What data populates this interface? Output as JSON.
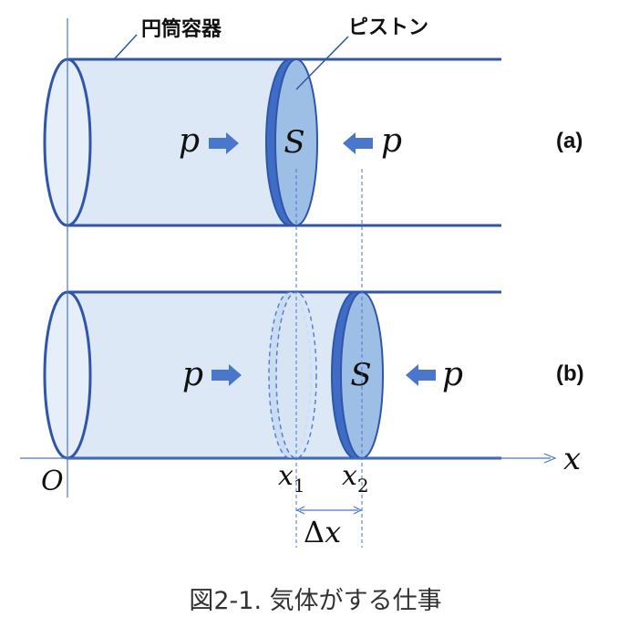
{
  "labels": {
    "container": "円筒容器",
    "piston": "ピストン",
    "panel_a": "(a)",
    "panel_b": "(b)",
    "pressure": "p",
    "area": "S",
    "origin": "O",
    "axis": "x",
    "x1_base": "x",
    "x1_sub": "1",
    "x2_base": "x",
    "x2_sub": "2",
    "delta": "Δ",
    "delta_var": "x"
  },
  "caption": "図2-1.  気体がする仕事",
  "colors": {
    "outline": "#2f56a8",
    "gas_fill": "#dce8f6",
    "piston_face": "#9dbfe6",
    "piston_rim": "#3f6cc4",
    "arrow": "#4a76cc",
    "thin_line": "#4a76cc"
  }
}
